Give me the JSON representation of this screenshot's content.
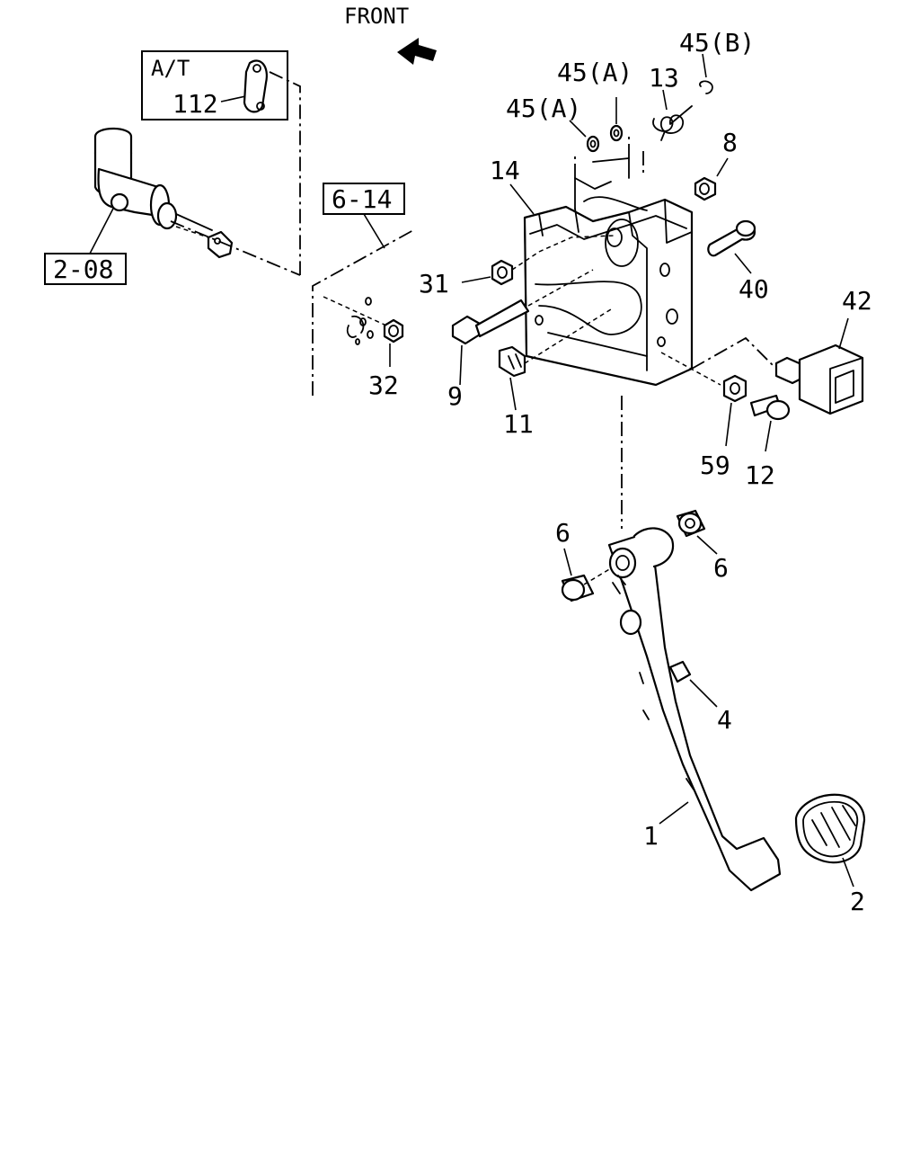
{
  "header": {
    "front_label": "FRONT"
  },
  "inset": {
    "title": "A/T",
    "part_number": "112"
  },
  "references": {
    "ref_6_14": "6-14",
    "ref_2_08": "2-08"
  },
  "callouts": {
    "p45a_upper": "45(A)",
    "p45a_lower": "45(A)",
    "p45b": "45(B)",
    "p13": "13",
    "p8": "8",
    "p14": "14",
    "p31": "31",
    "p40": "40",
    "p42": "42",
    "p9": "9",
    "p11": "11",
    "p32": "32",
    "p59": "59",
    "p12": "12",
    "p6_left": "6",
    "p6_right": "6",
    "p4": "4",
    "p1": "1",
    "p2": "2"
  },
  "colors": {
    "line": "#000000",
    "background": "#ffffff"
  }
}
